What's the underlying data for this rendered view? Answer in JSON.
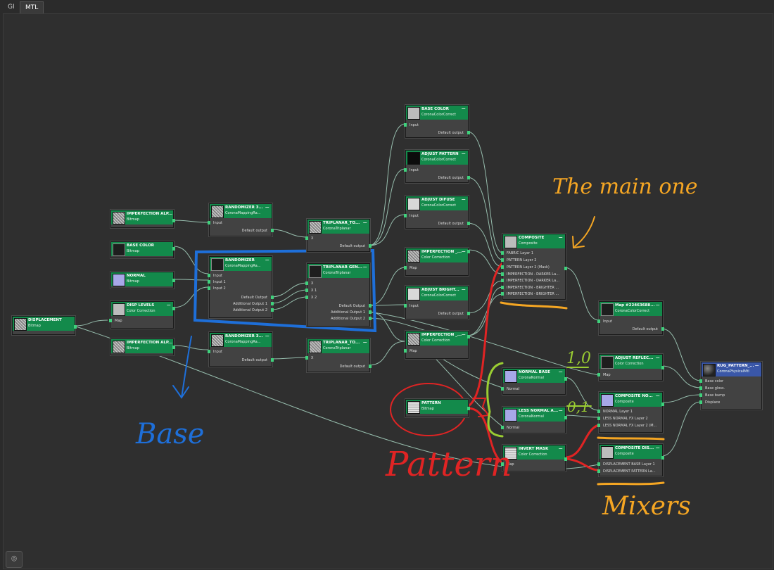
{
  "tabs": [
    {
      "label": "GI"
    },
    {
      "label": "MTL"
    }
  ],
  "nodes": {
    "displacement": {
      "title": "DISPLACEMENT",
      "type": "Bitmap"
    },
    "imp_alp1": {
      "title": "IMPERFECTION ALP...",
      "type": "Bitmap"
    },
    "base_color_bm": {
      "title": "BASE COLOR",
      "type": "Bitmap"
    },
    "normal_bm": {
      "title": "NORMAL",
      "type": "Bitmap"
    },
    "disp_levels": {
      "title": "DISP LEVELS",
      "type": "Color Correction",
      "in": [
        "Map"
      ]
    },
    "imp_alp2": {
      "title": "IMPERFECTION ALP...",
      "type": "Bitmap"
    },
    "rand3a": {
      "title": "RANDOMIZER 3...",
      "type": "CoronaMappingRa...",
      "in": [
        "Input"
      ],
      "out": [
        "Default output"
      ]
    },
    "randomizer": {
      "title": "RANDOMIZER",
      "type": "CoronaMappingRa...",
      "in": [
        "Input",
        "Input 1",
        "Input 2"
      ],
      "out": [
        "Default Output",
        "Additional Output 1",
        "Additional Output 2"
      ]
    },
    "rand3b": {
      "title": "RANDOMIZER 3...",
      "type": "CoronaMappingRa...",
      "in": [
        "Input"
      ],
      "out": [
        "Default output"
      ]
    },
    "tri_to1": {
      "title": "TRIPLANAR_TO...",
      "type": "CoronaTriplanar",
      "in": [
        "X"
      ],
      "out": [
        "Default output"
      ]
    },
    "tri_gen": {
      "title": "TRIPLANAR GEN...",
      "type": "CoronaTriplanar",
      "in": [
        "X",
        "X 1",
        "X 2"
      ],
      "out": [
        "Default Output",
        "Additional Output 1",
        "Additional Output 2"
      ]
    },
    "tri_to2": {
      "title": "TRIPLANAR_TO...",
      "type": "CoronaTriplanar",
      "in": [
        "X"
      ],
      "out": [
        "Default output"
      ]
    },
    "base_color_cc": {
      "title": "BASE COLOR",
      "type": "CoronaColorCorrect",
      "in": [
        "Input"
      ],
      "out": [
        "Default output"
      ]
    },
    "adjust_pattern": {
      "title": "ADJUST PATTERN",
      "type": "CoronaColorCorrect",
      "in": [
        "Input"
      ],
      "out": [
        "Default output"
      ]
    },
    "adjust_difuse": {
      "title": "ADJUST DIFUSE",
      "type": "CoronaColorCorrect",
      "in": [
        "Input"
      ],
      "out": [
        "Default output"
      ]
    },
    "imp_cc1": {
      "title": "IMPERFECTION _...",
      "type": "Color Correction",
      "in": [
        "Map"
      ]
    },
    "adjust_bright": {
      "title": "ADJUST BRIGHT...",
      "type": "CoronaColorCorrect",
      "in": [
        "Input"
      ],
      "out": [
        "Default output"
      ]
    },
    "imp_cc2": {
      "title": "IMPERFECTION _...",
      "type": "Color Correction",
      "in": [
        "Map"
      ]
    },
    "pattern": {
      "title": "PATTERN",
      "type": "Bitmap"
    },
    "composite": {
      "title": "COMPOSITE",
      "type": "Composite",
      "in": [
        "FABRIC Layer 1",
        "PATTERN Layer 2",
        "PATTERN Layer 2 (Mask)",
        "IMPERFECTION - DARKER La...",
        "IMPERFECTION - DARKER La...",
        "IMPERFECTION - BRIGHTER ...",
        "IMPERFECTION - BRIGHTER ..."
      ]
    },
    "normal_base": {
      "title": "NORMAL BASE",
      "type": "CoronaNormal",
      "in": [
        "Normal"
      ]
    },
    "less_normal": {
      "title": "LESS NORMAL A...",
      "type": "CoronaNormal",
      "in": [
        "Normal"
      ]
    },
    "invert_mask": {
      "title": "INVERT MASK",
      "type": "Color Correction",
      "in": [
        "Map"
      ]
    },
    "map_cc": {
      "title": "Map #22463688...",
      "type": "CoronaColorCorrect",
      "in": [
        "Input"
      ],
      "out": [
        "Default output"
      ]
    },
    "adjust_reflec": {
      "title": "ADJUST REFLEC...",
      "type": "Color Correction",
      "in": [
        "Map"
      ]
    },
    "comp_nor": {
      "title": "COMPOSITE NO...",
      "type": "Composite",
      "in": [
        "NORMAL Layer 1",
        "LESS NORMAL FX Layer 2",
        "LESS NORMAL FX Layer 2 (M..."
      ]
    },
    "comp_dis": {
      "title": "COMPOSITE DIS...",
      "type": "Composite",
      "in": [
        "DISPLACEMENT BASE Layer 1",
        "DISPLACEMENT PATTERN La..."
      ]
    },
    "rug_material": {
      "title": "RUG_PATTERN_...",
      "type": "CoronaPhysicalMtl",
      "in": [
        "Base color",
        "Base gloss.",
        "Base bump",
        "Displace"
      ]
    }
  },
  "annotations": {
    "main_one": {
      "text": "The main one",
      "color": "#f5a623"
    },
    "base": {
      "text": "Base",
      "color": "#1e6fd9"
    },
    "pattern": {
      "text": "Pattern",
      "color": "#e02424"
    },
    "mixers": {
      "text": "Mixers",
      "color": "#f5a623"
    },
    "v10": {
      "text": "1,0",
      "color": "#9acd32"
    },
    "v01": {
      "text": "0,1",
      "color": "#9acd32"
    }
  },
  "colors": {
    "node_header": "#138a4b",
    "material_header": "#3a57a8",
    "port": "#3fd17c",
    "wire": "#a9d6c3"
  },
  "icons": {
    "corner_button": "binoculars-icon",
    "minimize": "minus-icon"
  }
}
